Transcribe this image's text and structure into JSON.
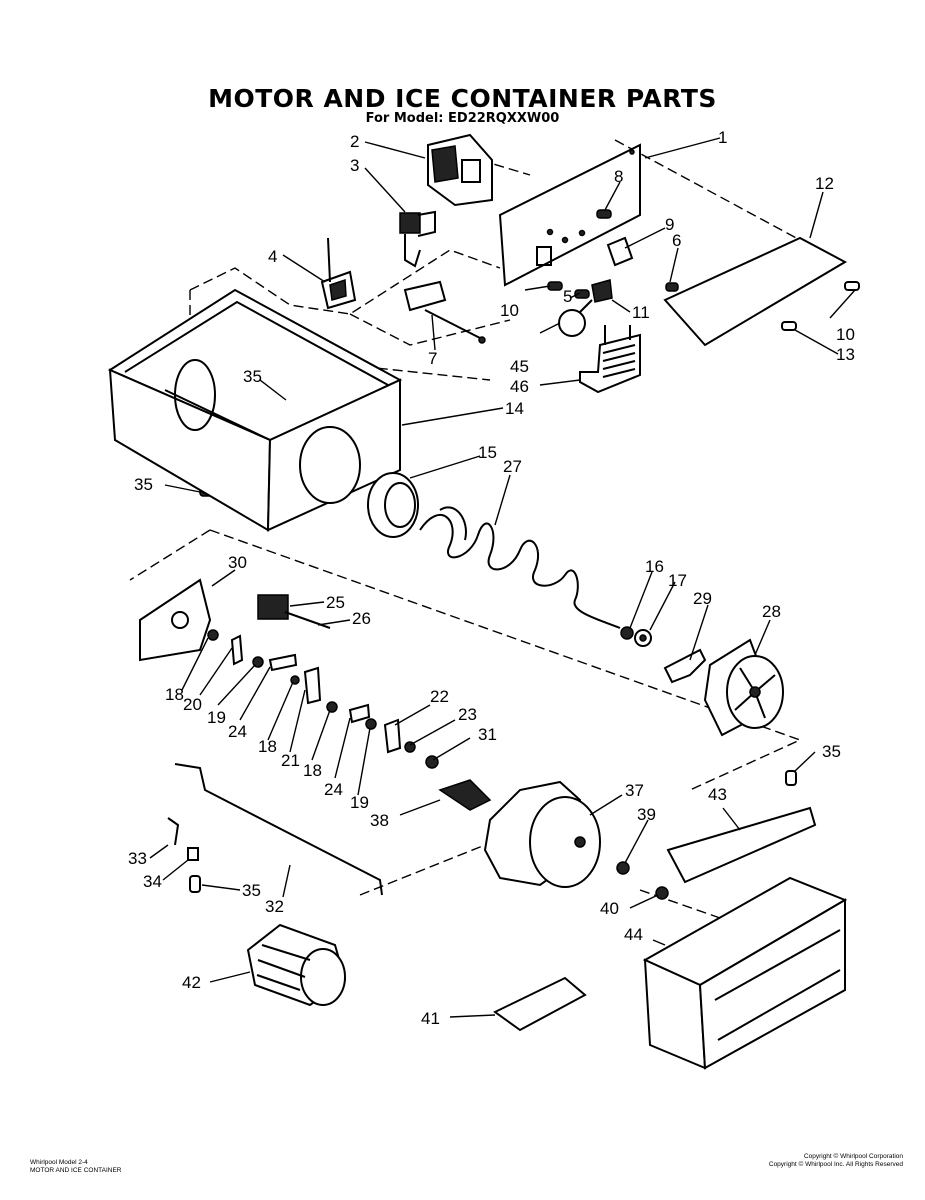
{
  "header": {
    "title": "MOTOR AND ICE CONTAINER PARTS",
    "subtitle": "For Model: ED22RQXXW00"
  },
  "callouts": [
    {
      "id": "c1",
      "label": "1"
    },
    {
      "id": "c2",
      "label": "2"
    },
    {
      "id": "c3",
      "label": "3"
    },
    {
      "id": "c4",
      "label": "4"
    },
    {
      "id": "c5",
      "label": "5"
    },
    {
      "id": "c6",
      "label": "6"
    },
    {
      "id": "c7",
      "label": "7"
    },
    {
      "id": "c8",
      "label": "8"
    },
    {
      "id": "c9",
      "label": "9"
    },
    {
      "id": "c10a",
      "label": "10"
    },
    {
      "id": "c10b",
      "label": "10"
    },
    {
      "id": "c11",
      "label": "11"
    },
    {
      "id": "c12",
      "label": "12"
    },
    {
      "id": "c13",
      "label": "13"
    },
    {
      "id": "c14",
      "label": "14"
    },
    {
      "id": "c15",
      "label": "15"
    },
    {
      "id": "c16",
      "label": "16"
    },
    {
      "id": "c17",
      "label": "17"
    },
    {
      "id": "c18a",
      "label": "18"
    },
    {
      "id": "c18b",
      "label": "18"
    },
    {
      "id": "c18c",
      "label": "18"
    },
    {
      "id": "c19a",
      "label": "19"
    },
    {
      "id": "c19b",
      "label": "19"
    },
    {
      "id": "c20",
      "label": "20"
    },
    {
      "id": "c21",
      "label": "21"
    },
    {
      "id": "c22",
      "label": "22"
    },
    {
      "id": "c23",
      "label": "23"
    },
    {
      "id": "c24a",
      "label": "24"
    },
    {
      "id": "c24b",
      "label": "24"
    },
    {
      "id": "c25",
      "label": "25"
    },
    {
      "id": "c26",
      "label": "26"
    },
    {
      "id": "c27",
      "label": "27"
    },
    {
      "id": "c28",
      "label": "28"
    },
    {
      "id": "c29",
      "label": "29"
    },
    {
      "id": "c30",
      "label": "30"
    },
    {
      "id": "c31",
      "label": "31"
    },
    {
      "id": "c32",
      "label": "32"
    },
    {
      "id": "c33",
      "label": "33"
    },
    {
      "id": "c34",
      "label": "34"
    },
    {
      "id": "c35a",
      "label": "35"
    },
    {
      "id": "c35b",
      "label": "35"
    },
    {
      "id": "c35c",
      "label": "35"
    },
    {
      "id": "c35d",
      "label": "35"
    },
    {
      "id": "c37",
      "label": "37"
    },
    {
      "id": "c38",
      "label": "38"
    },
    {
      "id": "c39",
      "label": "39"
    },
    {
      "id": "c40",
      "label": "40"
    },
    {
      "id": "c41",
      "label": "41"
    },
    {
      "id": "c42",
      "label": "42"
    },
    {
      "id": "c43",
      "label": "43"
    },
    {
      "id": "c44",
      "label": "44"
    },
    {
      "id": "c45",
      "label": "45"
    },
    {
      "id": "c46",
      "label": "46"
    }
  ],
  "footer": {
    "left_line1": "Whirlpool Model 2-4",
    "left_line2": "MOTOR AND ICE CONTAINER",
    "right_line1": "Copyright © Whirlpool Corporation",
    "right_line2": "Copyright © Whirlpool Inc. All Rights Reserved"
  }
}
